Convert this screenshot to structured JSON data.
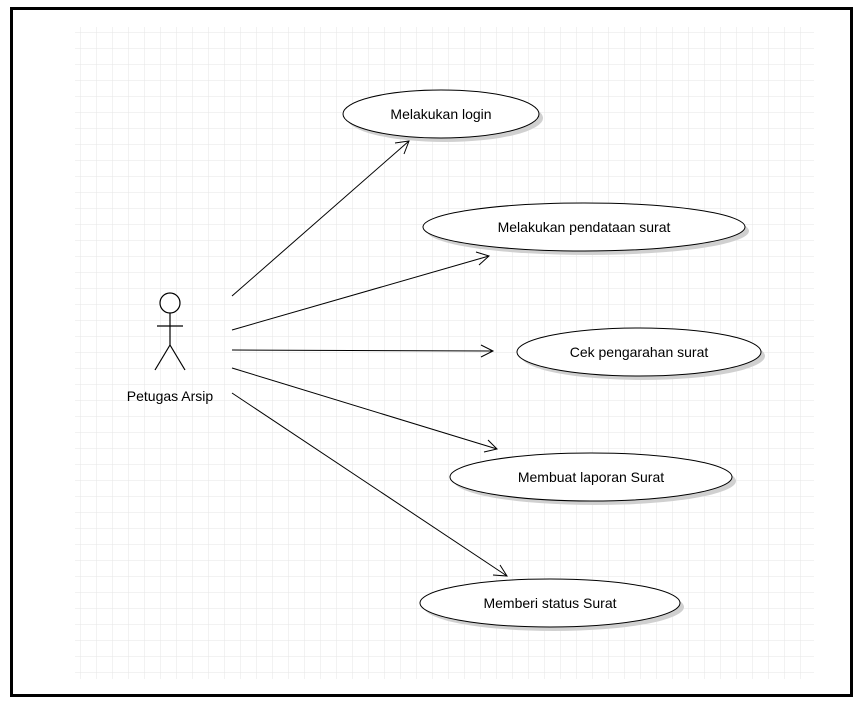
{
  "diagram": {
    "type": "use-case",
    "actor": {
      "name": "Petugas Arsip",
      "icon": "stick-figure-icon"
    },
    "use_cases": [
      {
        "id": "uc1",
        "label": "Melakukan login"
      },
      {
        "id": "uc2",
        "label": "Melakukan pendataan surat"
      },
      {
        "id": "uc3",
        "label": "Cek pengarahan surat"
      },
      {
        "id": "uc4",
        "label": "Membuat laporan Surat"
      },
      {
        "id": "uc5",
        "label": "Memberi status Surat"
      }
    ],
    "associations": [
      {
        "from": "actor",
        "to": "uc1",
        "arrow": "open"
      },
      {
        "from": "actor",
        "to": "uc2",
        "arrow": "open"
      },
      {
        "from": "actor",
        "to": "uc3",
        "arrow": "open"
      },
      {
        "from": "actor",
        "to": "uc4",
        "arrow": "open"
      },
      {
        "from": "actor",
        "to": "uc5",
        "arrow": "open"
      }
    ],
    "colors": {
      "grid": "#e6e6e6",
      "ellipse_fill": "#ffffff",
      "stroke": "#000000",
      "shadow": "#d0d0d0"
    }
  }
}
